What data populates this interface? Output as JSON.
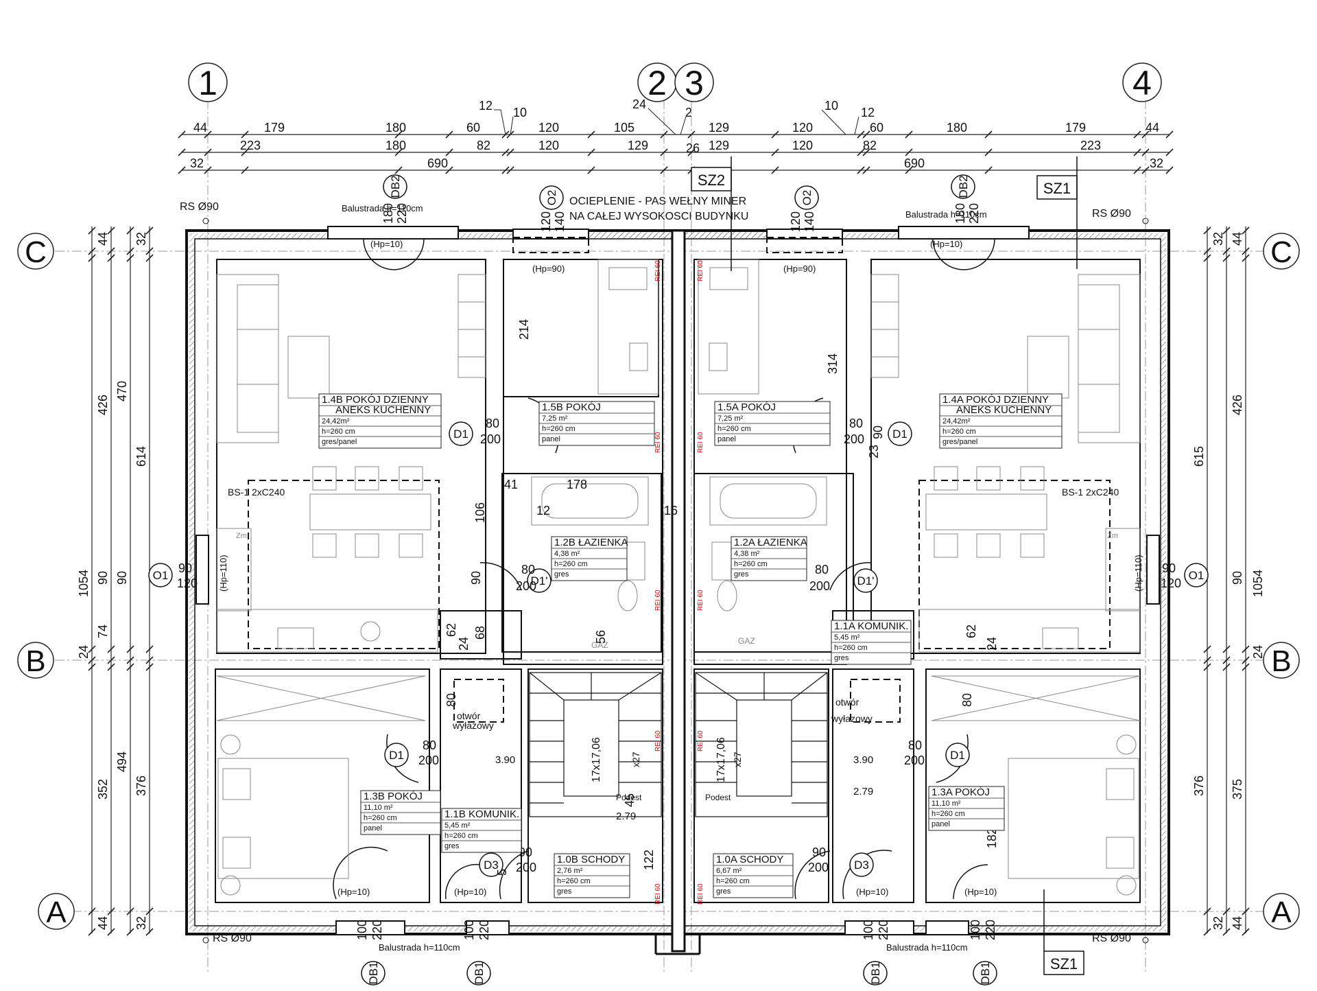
{
  "grid": {
    "numbers": [
      "1",
      "2",
      "3",
      "4"
    ],
    "letters": [
      "C",
      "B",
      "A"
    ]
  },
  "top_dims": {
    "row1": [
      "44",
      "179",
      "180",
      "60",
      "120",
      "105",
      "129",
      "120",
      "60",
      "180",
      "179",
      "44"
    ],
    "row2": [
      "223",
      "180",
      "82",
      "120",
      "129",
      "26",
      "129",
      "120",
      "82",
      "223"
    ],
    "row3": [
      "32",
      "690",
      "690",
      "32"
    ],
    "small": [
      "12",
      "10",
      "24",
      "2",
      "10",
      "12"
    ]
  },
  "left_dims": {
    "outer": "1054",
    "col1": [
      "426",
      "90",
      "24",
      "74",
      "352",
      "44",
      "44"
    ],
    "col2": [
      "470",
      "90",
      "494",
      "32"
    ],
    "col3": [
      "614",
      "376",
      "32"
    ]
  },
  "right_dims": {
    "outer": "1054",
    "col1": [
      "426",
      "90",
      "375",
      "44",
      "44"
    ],
    "col2": [
      "615",
      "376",
      "32"
    ],
    "col3": [
      "24",
      "32"
    ]
  },
  "labels": {
    "insulation_1": "OCIEPLENIE - PAS WEŁNY MINER",
    "insulation_2": "NA CAŁEJ WYSOKOSCI BUDYNKU",
    "sz1": "SZ1",
    "sz2": "SZ2",
    "rs_tl": "RS Ø90",
    "rs_tr": "RS Ø90",
    "rs_bl": "RS Ø90",
    "rs_br": "RS Ø90",
    "balustrada_tl": "Balustrada h=110cm",
    "balustrada_tr": "Balustrada h=110cm",
    "balustrada_b": "Balustrada h=110cm",
    "balustrada_br": "Balustrada h=110cm",
    "bs1_left": "BS-1 2xC240",
    "bs1_right": "BS-1 2xC240",
    "otwor_l1": "otwór",
    "otwor_l2": "wyłazowy",
    "otwor_r1": "otwór",
    "otwor_r2": "wyłazowy",
    "podest_l": "Podest",
    "podest_r": "Podest",
    "stairs_l": "17x17,06",
    "stairs_l2": "x27",
    "stairs_r": "17x17,06",
    "stairs_r2": "x27",
    "lvl_l1": "3.90",
    "lvl_l2": "2.79",
    "lvl_r1": "3.90",
    "lvl_r2": "2.79",
    "zm_l": "Zm",
    "zm_r": "Zm",
    "gaz_l": "GAZ",
    "gaz_r": "GAZ",
    "rei": "REI 60"
  },
  "window_tags": [
    "DB2",
    "O2",
    "O2",
    "DB2",
    "D1",
    "D1",
    "D1'",
    "D1'",
    "O1",
    "O1",
    "D1",
    "D1",
    "D3",
    "D3",
    "DB1",
    "DB1",
    "DB1",
    "DB1"
  ],
  "openings": {
    "hp10": "(Hp=10)",
    "hp90": "(Hp=90)",
    "hp110": "(Hp=110)",
    "d80": "80",
    "d200": "200",
    "d90": "90",
    "d120": "120",
    "d100": "100",
    "d220": "220",
    "d180": "180",
    "d140": "140"
  },
  "inner_dims": [
    "214",
    "314",
    "41",
    "178",
    "12",
    "16",
    "106",
    "90",
    "62",
    "68",
    "24",
    "56",
    "80",
    "122",
    "45",
    "90",
    "5",
    "62",
    "24",
    "80",
    "182",
    "90",
    "23"
  ],
  "rooms": [
    {
      "id": "1.4B",
      "title": "1.4B POKÓJ DZIENNY",
      "sub": "ANEKS KUCHENNY",
      "area": "24,42m²",
      "h": "h=260 cm",
      "floor": "gres/panel"
    },
    {
      "id": "1.5B",
      "title": "1.5B POKÓJ",
      "area": "7,25 m²",
      "h": "h=260 cm",
      "floor": "panel"
    },
    {
      "id": "1.5A",
      "title": "1.5A POKÓJ",
      "area": "7,25 m²",
      "h": "h=260 cm",
      "floor": "panel"
    },
    {
      "id": "1.4A",
      "title": "1.4A POKÓJ DZIENNY",
      "sub": "ANEKS KUCHENNY",
      "area": "24,42m²",
      "h": "h=260 cm",
      "floor": "gres/panel"
    },
    {
      "id": "1.2B",
      "title": "1.2B ŁAZIENKA",
      "area": "4,38 m²",
      "h": "h=260 cm",
      "floor": "gres"
    },
    {
      "id": "1.2A",
      "title": "1.2A ŁAZIENKA",
      "area": "4,38 m²",
      "h": "h=260 cm",
      "floor": "gres"
    },
    {
      "id": "1.1A",
      "title": "1.1A KOMUNIK.",
      "area": "5,45 m²",
      "h": "h=260 cm",
      "floor": "gres"
    },
    {
      "id": "1.3B",
      "title": "1.3B POKÓJ",
      "area": "11,10 m²",
      "h": "h=260 cm",
      "floor": "panel"
    },
    {
      "id": "1.1B",
      "title": "1.1B KOMUNIK.",
      "area": "5,45 m²",
      "h": "h=260 cm",
      "floor": "gres"
    },
    {
      "id": "1.0B",
      "title": "1.0B SCHODY",
      "area": "2,76 m²",
      "h": "h=260 cm",
      "floor": "gres"
    },
    {
      "id": "1.0A",
      "title": "1.0A SCHODY",
      "area": "6,67 m²",
      "h": "h=260 cm",
      "floor": "gres"
    },
    {
      "id": "1.3A",
      "title": "1.3A POKÓJ",
      "area": "11,10 m²",
      "h": "h=260 cm",
      "floor": "panel"
    }
  ]
}
